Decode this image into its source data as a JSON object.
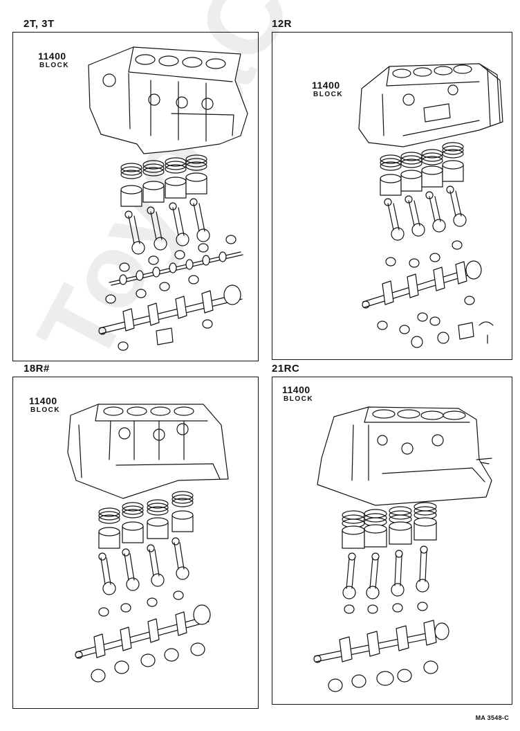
{
  "watermark": "ToyotaCarMini.com",
  "panels": [
    {
      "title": "2T, 3T",
      "part_number": "11400",
      "part_name": "BLOCK"
    },
    {
      "title": "12R",
      "part_number": "11400",
      "part_name": "BLOCK"
    },
    {
      "title": "18R#",
      "part_number": "11400",
      "part_name": "BLOCK"
    },
    {
      "title": "21RC",
      "part_number": "11400",
      "part_name": "BLOCK"
    }
  ],
  "reference_code": "MA 3548-C"
}
